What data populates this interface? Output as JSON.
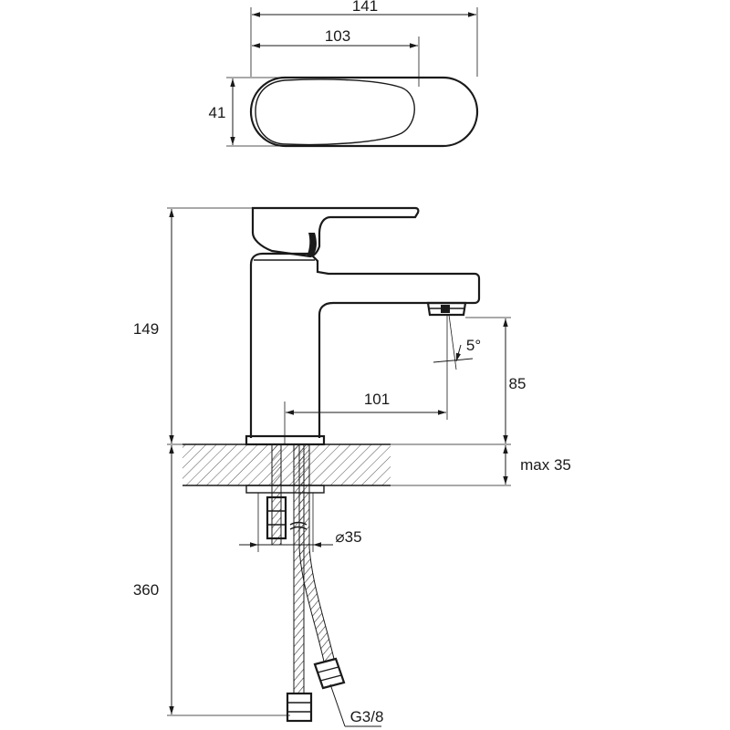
{
  "drawing": {
    "top_view": {
      "overall_length": "141",
      "handle_length": "103",
      "height": "41"
    },
    "side_view": {
      "total_height": "149",
      "spout_angle": "5°",
      "spout_reach": "101",
      "spout_clearance": "85",
      "countertop_thickness": "max 35",
      "hole_diameter": "⌀35",
      "hose_length": "360",
      "connection_thread": "G3/8"
    }
  }
}
